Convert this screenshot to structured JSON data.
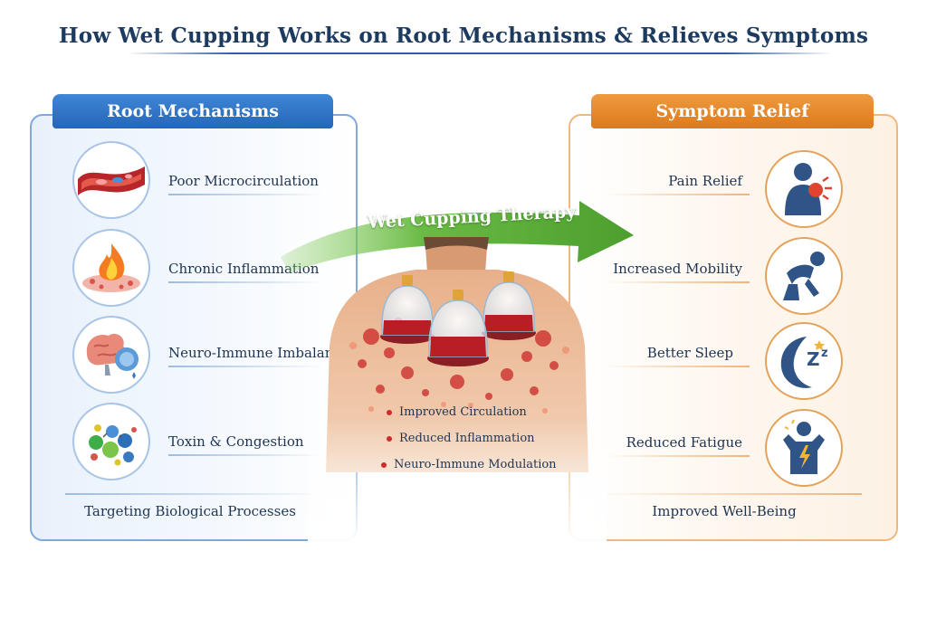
{
  "title": "How Wet Cupping Works on Root Mechanisms & Relieves Symptoms",
  "left_panel": {
    "heading": "Root Mechanisms",
    "items": [
      {
        "label": "Poor Microcirculation",
        "icon": "blood-vessel-icon"
      },
      {
        "label": "Chronic Inflammation",
        "icon": "fire-inflammation-icon"
      },
      {
        "label": "Neuro-Immune Imbalance",
        "icon": "brain-immune-icon"
      },
      {
        "label": "Toxin & Congestion",
        "icon": "molecules-icon"
      }
    ],
    "footer": "Targeting Biological Processes"
  },
  "center": {
    "arrow_label": "Wet Cupping Therapy",
    "benefits": [
      "Improved Circulation",
      "Reduced Inflammation",
      "Neuro-Immune Modulation"
    ]
  },
  "right_panel": {
    "heading": "Symptom Relief",
    "items": [
      {
        "label": "Pain Relief",
        "icon": "shoulder-pain-icon"
      },
      {
        "label": "Increased Mobility",
        "icon": "stretching-person-icon"
      },
      {
        "label": "Better Sleep",
        "icon": "moon-sleep-icon"
      },
      {
        "label": "Reduced Fatigue",
        "icon": "energy-person-icon"
      }
    ],
    "footer": "Improved Well-Being"
  },
  "colors": {
    "left_accent": "#2566b8",
    "right_accent": "#dd7a1c",
    "arrow_green": "#5aa83a",
    "blood_red": "#c0262b"
  }
}
